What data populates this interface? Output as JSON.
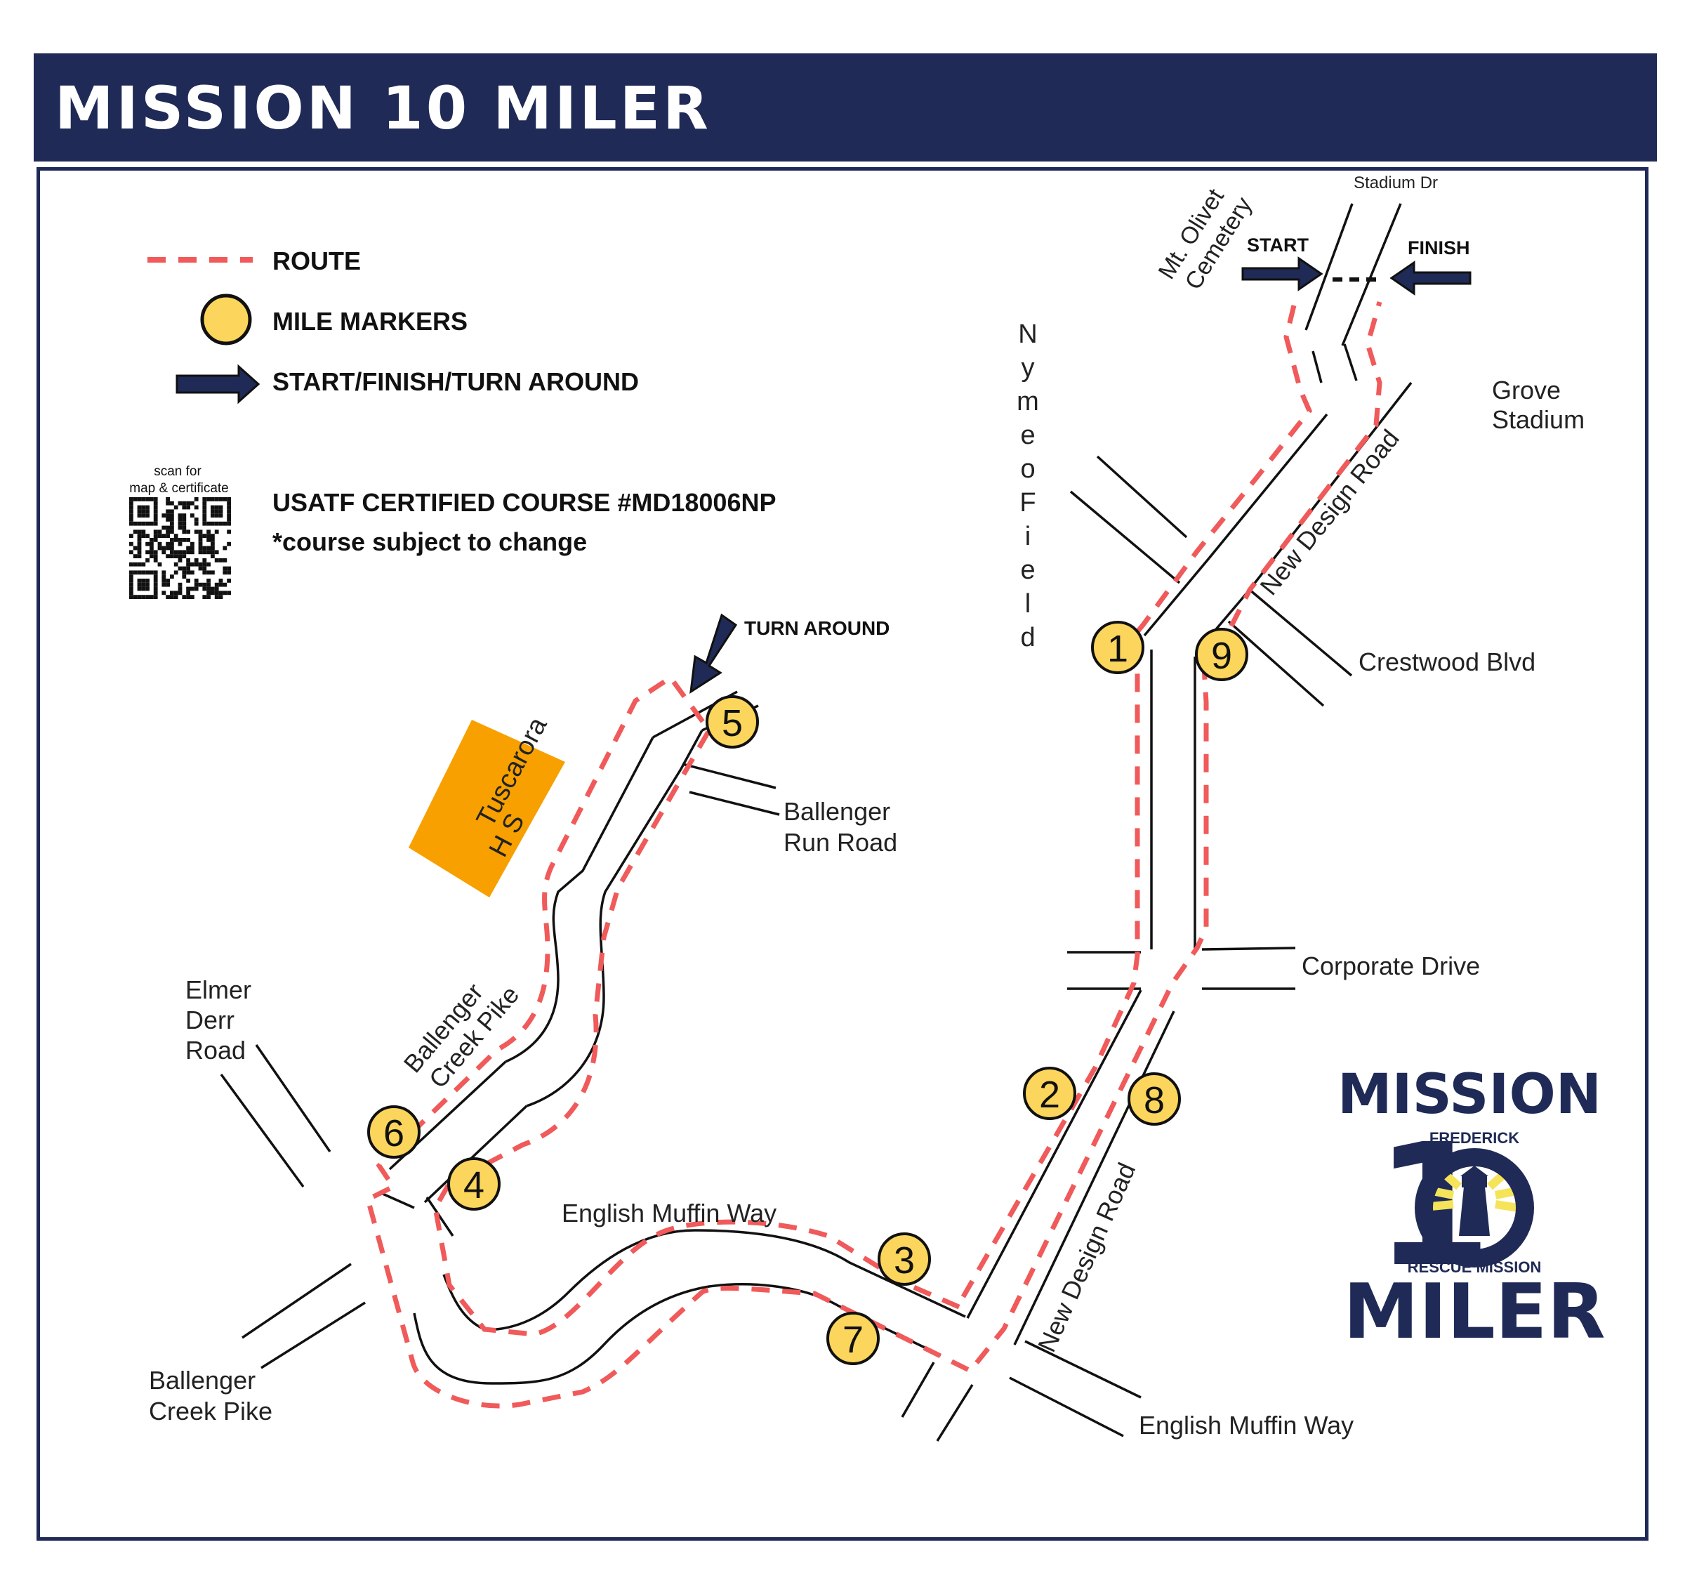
{
  "title": "MISSION 10 MILER",
  "legend": {
    "route": "ROUTE",
    "mile_markers": "MILE MARKERS",
    "start_finish": "START/FINISH/TURN AROUND"
  },
  "qr": {
    "caption_line1": "scan for",
    "caption_line2": "map & certificate"
  },
  "certification": {
    "course": "USATF CERTIFIED COURSE  #MD18006NP",
    "note": "*course subject to change"
  },
  "labels": {
    "start": "START",
    "finish": "FINISH",
    "turn_around": "TURN AROUND",
    "stadium_dr": "Stadium Dr",
    "mt_olivet_1": "Mt. Olivet",
    "mt_olivet_2": "Cemetery",
    "grove_1": "Grove",
    "grove_2": "Stadium",
    "nymeo": "NymeoField",
    "new_design_north": "New Design Road",
    "crestwood": "Crestwood Blvd",
    "tuscarora_1": "Tuscarora",
    "tuscarora_2": "H S",
    "ballenger_run_1": "Ballenger",
    "ballenger_run_2": "Run Road",
    "corporate": "Corporate Drive",
    "elmer_1": "Elmer",
    "elmer_2": "Derr",
    "elmer_3": "Road",
    "ballenger_pike_1": "Ballenger",
    "ballenger_pike_2": "Creek Pike",
    "english_muffin_upper": "English Muffin Way",
    "new_design_south": "New Design Road",
    "ballenger_sw_1": "Ballenger",
    "ballenger_sw_2": "Creek Pike",
    "english_muffin_lower": "English Muffin Way"
  },
  "mile_markers": [
    "1",
    "2",
    "3",
    "4",
    "5",
    "6",
    "7",
    "8",
    "9"
  ],
  "logo": {
    "line1": "MISSION",
    "big_digit": "1",
    "ring_top": "FREDERICK",
    "ring_bottom": "RESCUE MISSION",
    "line2": "MILER"
  },
  "colors": {
    "navy": "#1f2a56",
    "route": "#f05a5a",
    "marker": "#fcd65c",
    "school": "#f7a000",
    "logo_yellow": "#f5e35a"
  }
}
